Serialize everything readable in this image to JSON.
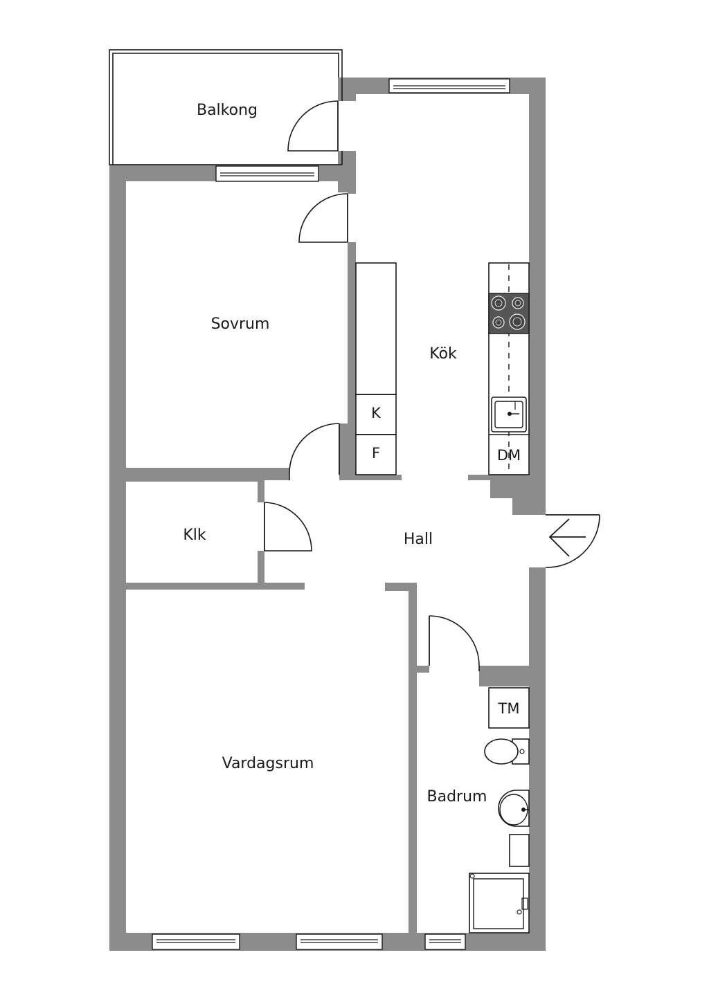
{
  "rooms": {
    "balcony": "Balkong",
    "bedroom": "Sovrum",
    "kitchen": "Kök",
    "closet": "Klk",
    "hall": "Hall",
    "living_room": "Vardagsrum",
    "bathroom": "Badrum"
  },
  "fixtures": {
    "fridge": "K",
    "freezer": "F",
    "dishwasher": "DM",
    "dryer": "TM"
  },
  "colors": {
    "wall": "#8c8c8c",
    "line": "#1a1a1a",
    "stove": "#555555",
    "background": "#ffffff"
  },
  "icons": [
    "stove-icon",
    "sink-icon",
    "toilet-icon",
    "washbasin-icon",
    "shower-icon",
    "entrance-arrow-icon"
  ]
}
